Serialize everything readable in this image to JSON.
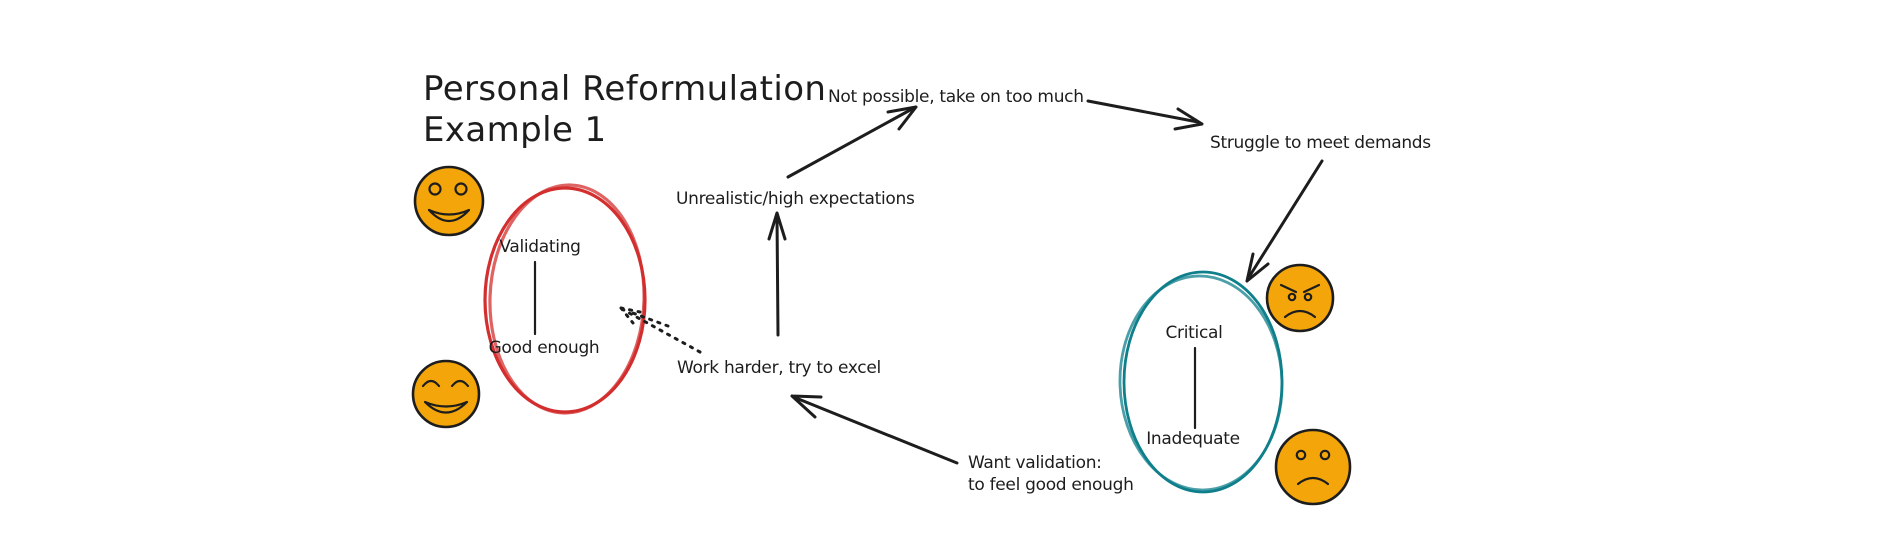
{
  "colors": {
    "ink": "#1d1d1d",
    "red": "#d32f2f",
    "teal": "#0f7f8b",
    "face": "#f4a50a",
    "bg": "#ffffff"
  },
  "title": {
    "line1": "Personal Reformulation",
    "line2": "Example 1"
  },
  "nodes": {
    "validating": {
      "top": "Validating",
      "bottom": "Good enough"
    },
    "critical": {
      "top": "Critical",
      "bottom": "Inadequate"
    }
  },
  "labels": {
    "not_possible": "Not possible, take on too much",
    "struggle": "Struggle to meet demands",
    "unrealistic": "Unrealistic/high expectations",
    "work_harder": "Work harder, try to excel",
    "want_validation_1": "Want validation:",
    "want_validation_2": "to feel good enough"
  },
  "icons": {
    "top_left": "happy-face",
    "bottom_left": "smiling-closed-eyes-face",
    "right_top": "angry-face",
    "right_bottom": "sad-face"
  }
}
